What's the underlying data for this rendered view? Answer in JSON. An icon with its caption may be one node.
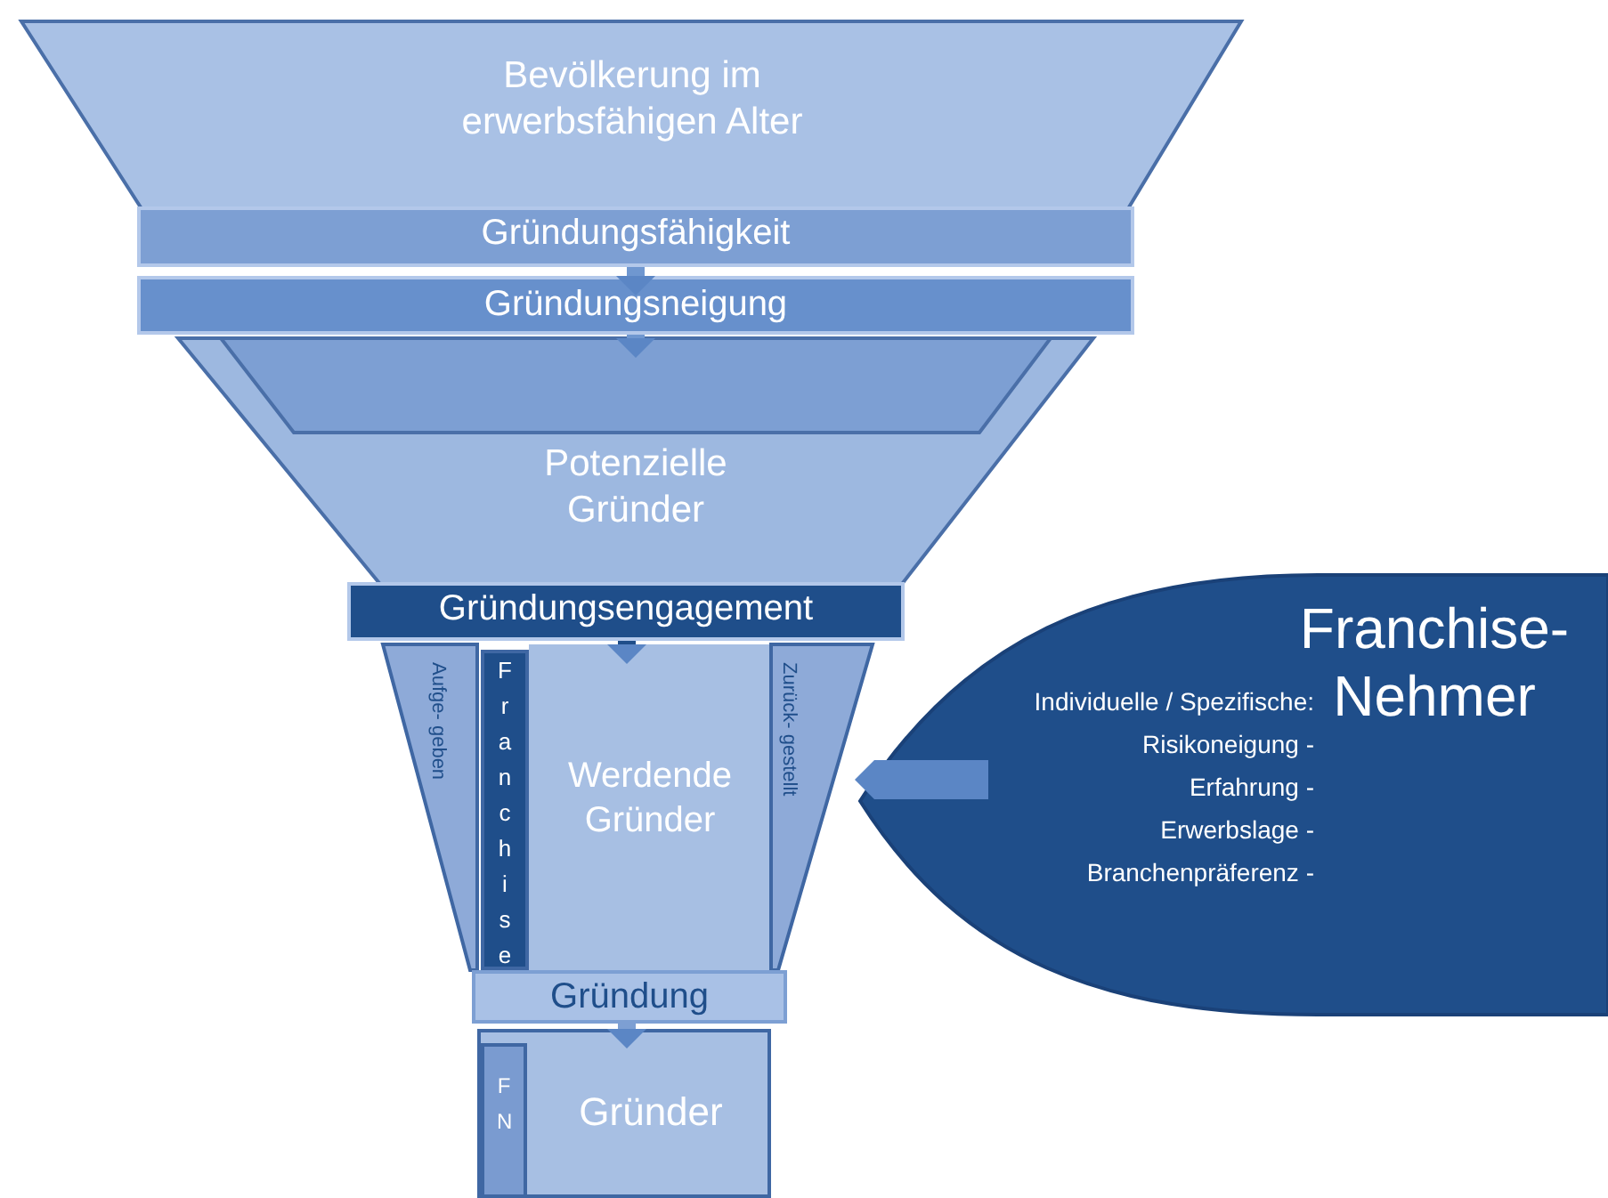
{
  "diagram": {
    "nodes": [
      {
        "text": [
          "Bevölkerung im erwerbsfähigen Alter"
        ]
      },
      {
        "text": [
          "Gründungsfähigkeit"
        ]
      },
      {
        "text": [
          "Gründungsneigung"
        ]
      },
      {
        "text": [
          "Potenzielle Gründer"
        ]
      },
      {
        "text": [
          "Gründungsengagement"
        ]
      },
      {
        "text": [
          "Aufge- geben"
        ]
      },
      {
        "text": [
          "Franchise"
        ]
      },
      {
        "text": [
          "Werdende Gründer"
        ]
      },
      {
        "text": [
          "Zurück- gestellt"
        ]
      },
      {
        "text": [
          "Gründung"
        ]
      },
      {
        "text": [
          "Gründer"
        ]
      },
      {
        "text": [
          "FN"
        ],
        "in": 10
      },
      {
        "text": [
          "Franchise- Nehmer",
          "Individuelle / Spezifische:",
          "Risikoneigung -",
          "Erfahrung -",
          "Erwerbslage -",
          "Branchenpräferenz -"
        ]
      }
    ],
    "edges": [
      {
        "from": 1,
        "to": 2,
        "arrow": "to"
      },
      {
        "from": 2,
        "to": 3,
        "arrow": "to"
      },
      {
        "from": 4,
        "to": 7,
        "arrow": "to"
      },
      {
        "from": 9,
        "to": 10,
        "arrow": "to"
      },
      {
        "from": 12,
        "to": 8,
        "arrow": "to",
        "style": "thick"
      }
    ]
  }
}
